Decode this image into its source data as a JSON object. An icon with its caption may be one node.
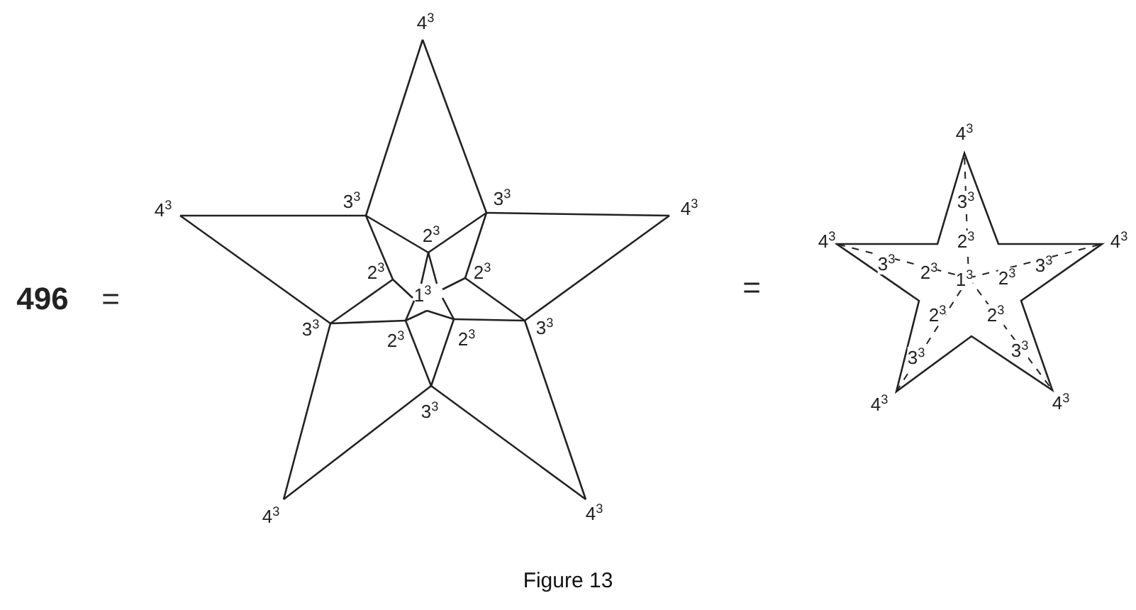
{
  "diagram": {
    "caption": "Figure 13",
    "labels": [
      "496",
      "=",
      "=",
      "4$^{3}$",
      "3$^{3}$",
      "3$^{3}$",
      "4$^{3}$",
      "4$^{3}$",
      "2$^{3}$",
      "2$^{3}$",
      "2$^{3}$",
      "1$^{3}$",
      "3$^{3}$",
      "3$^{3}$",
      "2$^{3}$",
      "2$^{3}$",
      "3$^{3}$",
      "4$^{3}$",
      "4$^{3}$",
      "4$^{3}$",
      "3$^{3}$",
      "4$^{3}$",
      "2$^{3}$",
      "4$^{3}$",
      "3$^{3}$",
      "2$^{3}$",
      "1$^{3}$",
      "2$^{3}$",
      "3$^{3}$",
      "2$^{3}$",
      "2$^{3}$",
      "3$^{3}$",
      "3$^{3}$",
      "4$^{3}$",
      "4$^{3}$"
    ]
  }
}
